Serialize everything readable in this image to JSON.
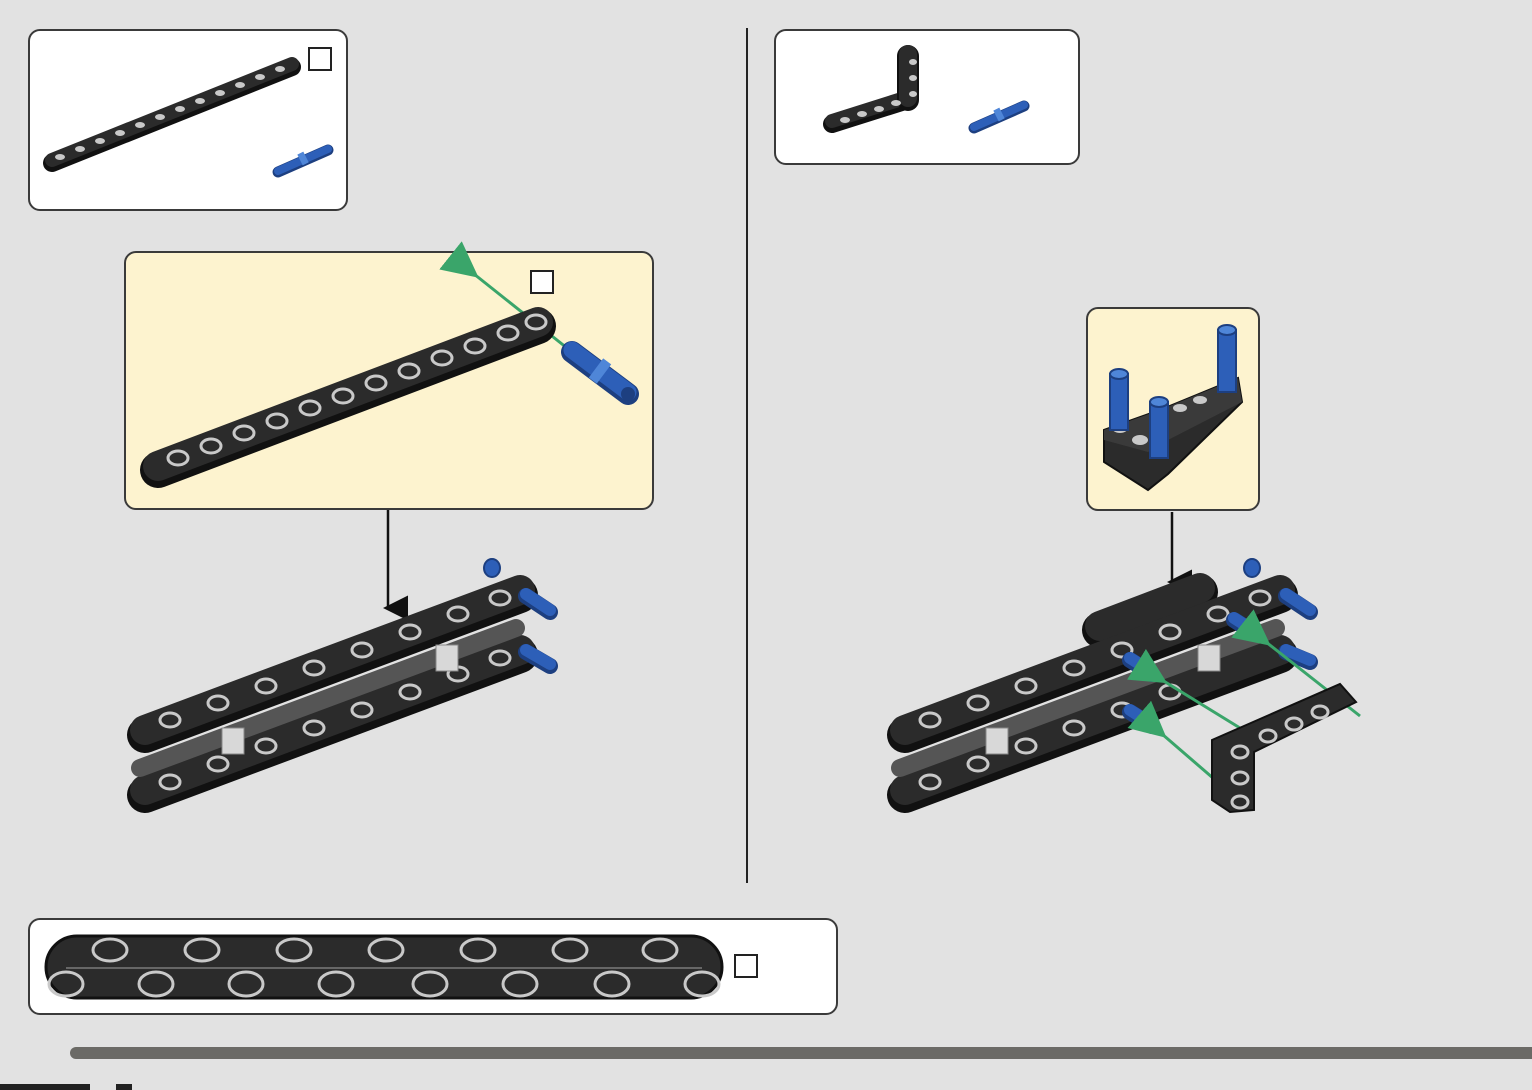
{
  "page": {
    "background": "#e2e2e2",
    "colors": {
      "beam": "#2b2b2b",
      "beam_edge": "#111111",
      "hole": "#c9c9c9",
      "pin_blue": "#2d5fb8",
      "pin_blue_light": "#4f86d8",
      "arrow_green": "#3aa56a",
      "subassembly_bg": "#fdf3cf",
      "parts_bg": "#ffffff"
    }
  },
  "left_step": {
    "parts_list": {
      "items": [
        {
          "part": "technic-beam-13",
          "icon": "long-beam-icon",
          "qty": ""
        },
        {
          "part": "technic-pin-blue",
          "icon": "blue-pin-icon",
          "qty": ""
        }
      ]
    },
    "subassembly": {
      "qty": "",
      "icons": [
        "long-beam-icon",
        "blue-pin-icon",
        "insert-arrow-icon"
      ]
    },
    "assembly": {
      "icons": [
        "double-beam-assembly-icon",
        "blue-pin-icon"
      ]
    }
  },
  "right_step": {
    "parts_list": {
      "items": [
        {
          "part": "technic-l-beam",
          "icon": "l-beam-icon"
        },
        {
          "part": "technic-pin-blue",
          "icon": "blue-pin-icon"
        }
      ]
    },
    "subassembly": {
      "icons": [
        "l-beam-with-pins-icon"
      ]
    },
    "assembly": {
      "icons": [
        "double-beam-assembly-icon",
        "l-beam-icon",
        "insert-arrow-icon"
      ]
    }
  },
  "part_callout": {
    "part": "technic-beam-13",
    "icon": "beam-1to1-icon",
    "qty": ""
  }
}
